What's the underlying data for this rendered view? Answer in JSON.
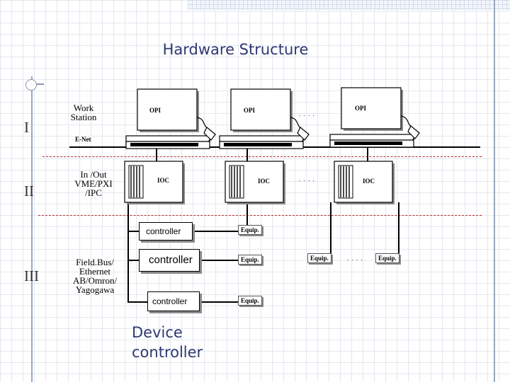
{
  "title": "Hardware  Structure",
  "levels": {
    "one": "I",
    "two": "II",
    "three": "III"
  },
  "left_labels": {
    "workstation_line1": "Work",
    "workstation_line2": "Station",
    "enet": "E-Net",
    "io_line1": "In /Out",
    "io_line2": "VME/PXI",
    "io_line3": "/IPC",
    "fieldbus_line1": "Field.Bus/",
    "fieldbus_line2": "Ethernet",
    "fieldbus_line3": "AB/Omron/",
    "fieldbus_line4": "Yagogawa"
  },
  "opi": [
    "OPI",
    "OPI",
    "OPI"
  ],
  "ioc": [
    "IOC",
    "IOC",
    "IOC"
  ],
  "ellipsis": ". . . .",
  "controllers": [
    "controller",
    "controller",
    "controller"
  ],
  "equipment": [
    "Equip.",
    "Equip.",
    "Equip.",
    "Equip.",
    "Equip."
  ],
  "device_controller_line1": "Device",
  "device_controller_line2": "controller"
}
